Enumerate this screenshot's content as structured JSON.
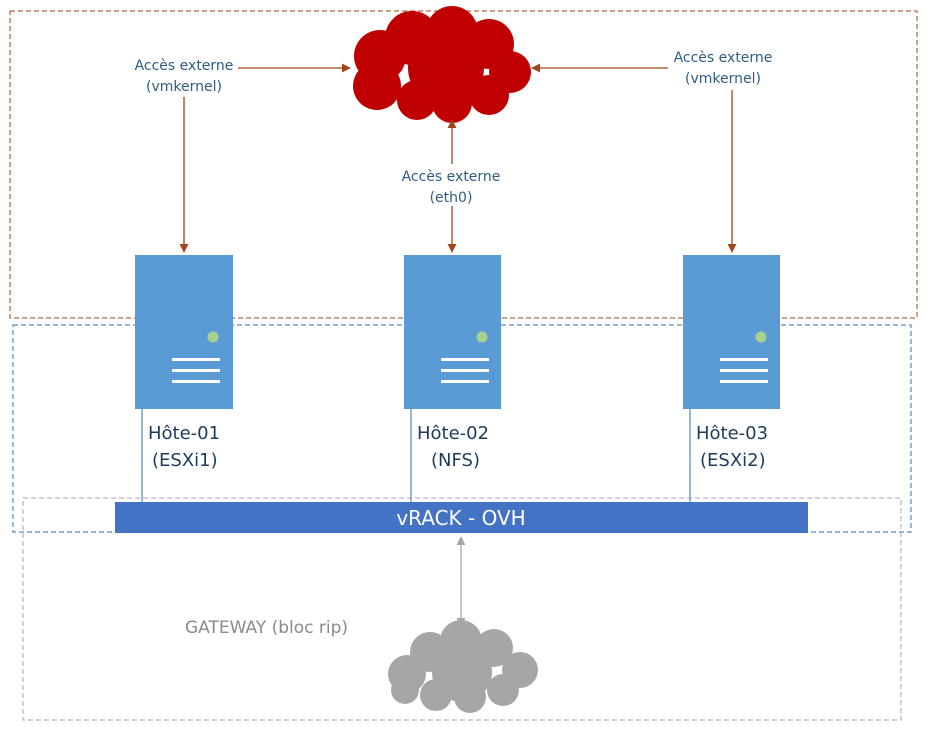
{
  "labels": {
    "left_access_line1": "Accès externe",
    "left_access_line2": "(vmkernel)",
    "right_access_line1": "Accès externe",
    "right_access_line2": "(vmkernel)",
    "center_access_line1": "Accès externe",
    "center_access_line2": "(eth0)",
    "gateway": "GATEWAY (bloc rip)",
    "vrack": "vRACK - OVH"
  },
  "hosts": [
    {
      "name": "Hôte-01",
      "role": "(ESXi1)"
    },
    {
      "name": "Hôte-02",
      "role": "(NFS)"
    },
    {
      "name": "Hôte-03",
      "role": "(ESXi2)"
    }
  ],
  "colors": {
    "internet_cloud": "#c00000",
    "gateway_cloud": "#a6a6a6",
    "server": "#5b9bd5",
    "vrack_bar": "#4472c4",
    "arrow": "#a0461a",
    "zone_external": "#a0461a",
    "zone_vrack": "#2e75b6",
    "zone_gateway": "#a6a6a6"
  }
}
